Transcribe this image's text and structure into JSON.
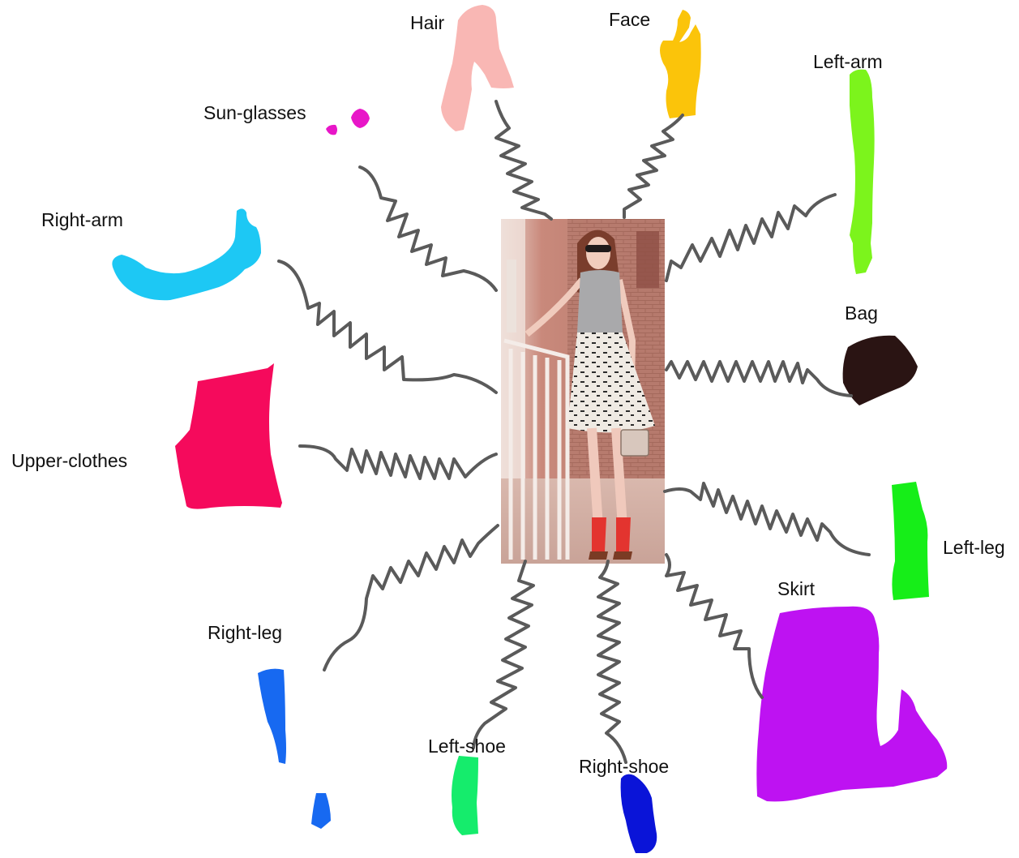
{
  "parts": [
    {
      "id": "hair",
      "label": "Hair",
      "color": "#F9B7B4"
    },
    {
      "id": "face",
      "label": "Face",
      "color": "#FBC40A"
    },
    {
      "id": "sun-glasses",
      "label": "Sun-glasses",
      "color": "#E816C8"
    },
    {
      "id": "left-arm",
      "label": "Left-arm",
      "color": "#7CF41C"
    },
    {
      "id": "right-arm",
      "label": "Right-arm",
      "color": "#1DC8F4"
    },
    {
      "id": "bag",
      "label": "Bag",
      "color": "#2A1413"
    },
    {
      "id": "upper-clothes",
      "label": "Upper-clothes",
      "color": "#F50A5C"
    },
    {
      "id": "left-leg",
      "label": "Left-leg",
      "color": "#16EE18"
    },
    {
      "id": "skirt",
      "label": "Skirt",
      "color": "#BE12F2"
    },
    {
      "id": "right-leg",
      "label": "Right-leg",
      "color": "#1769F1"
    },
    {
      "id": "left-shoe",
      "label": "Left-shoe",
      "color": "#15EC6C"
    },
    {
      "id": "right-shoe",
      "label": "Right-shoe",
      "color": "#0A14D8"
    }
  ]
}
